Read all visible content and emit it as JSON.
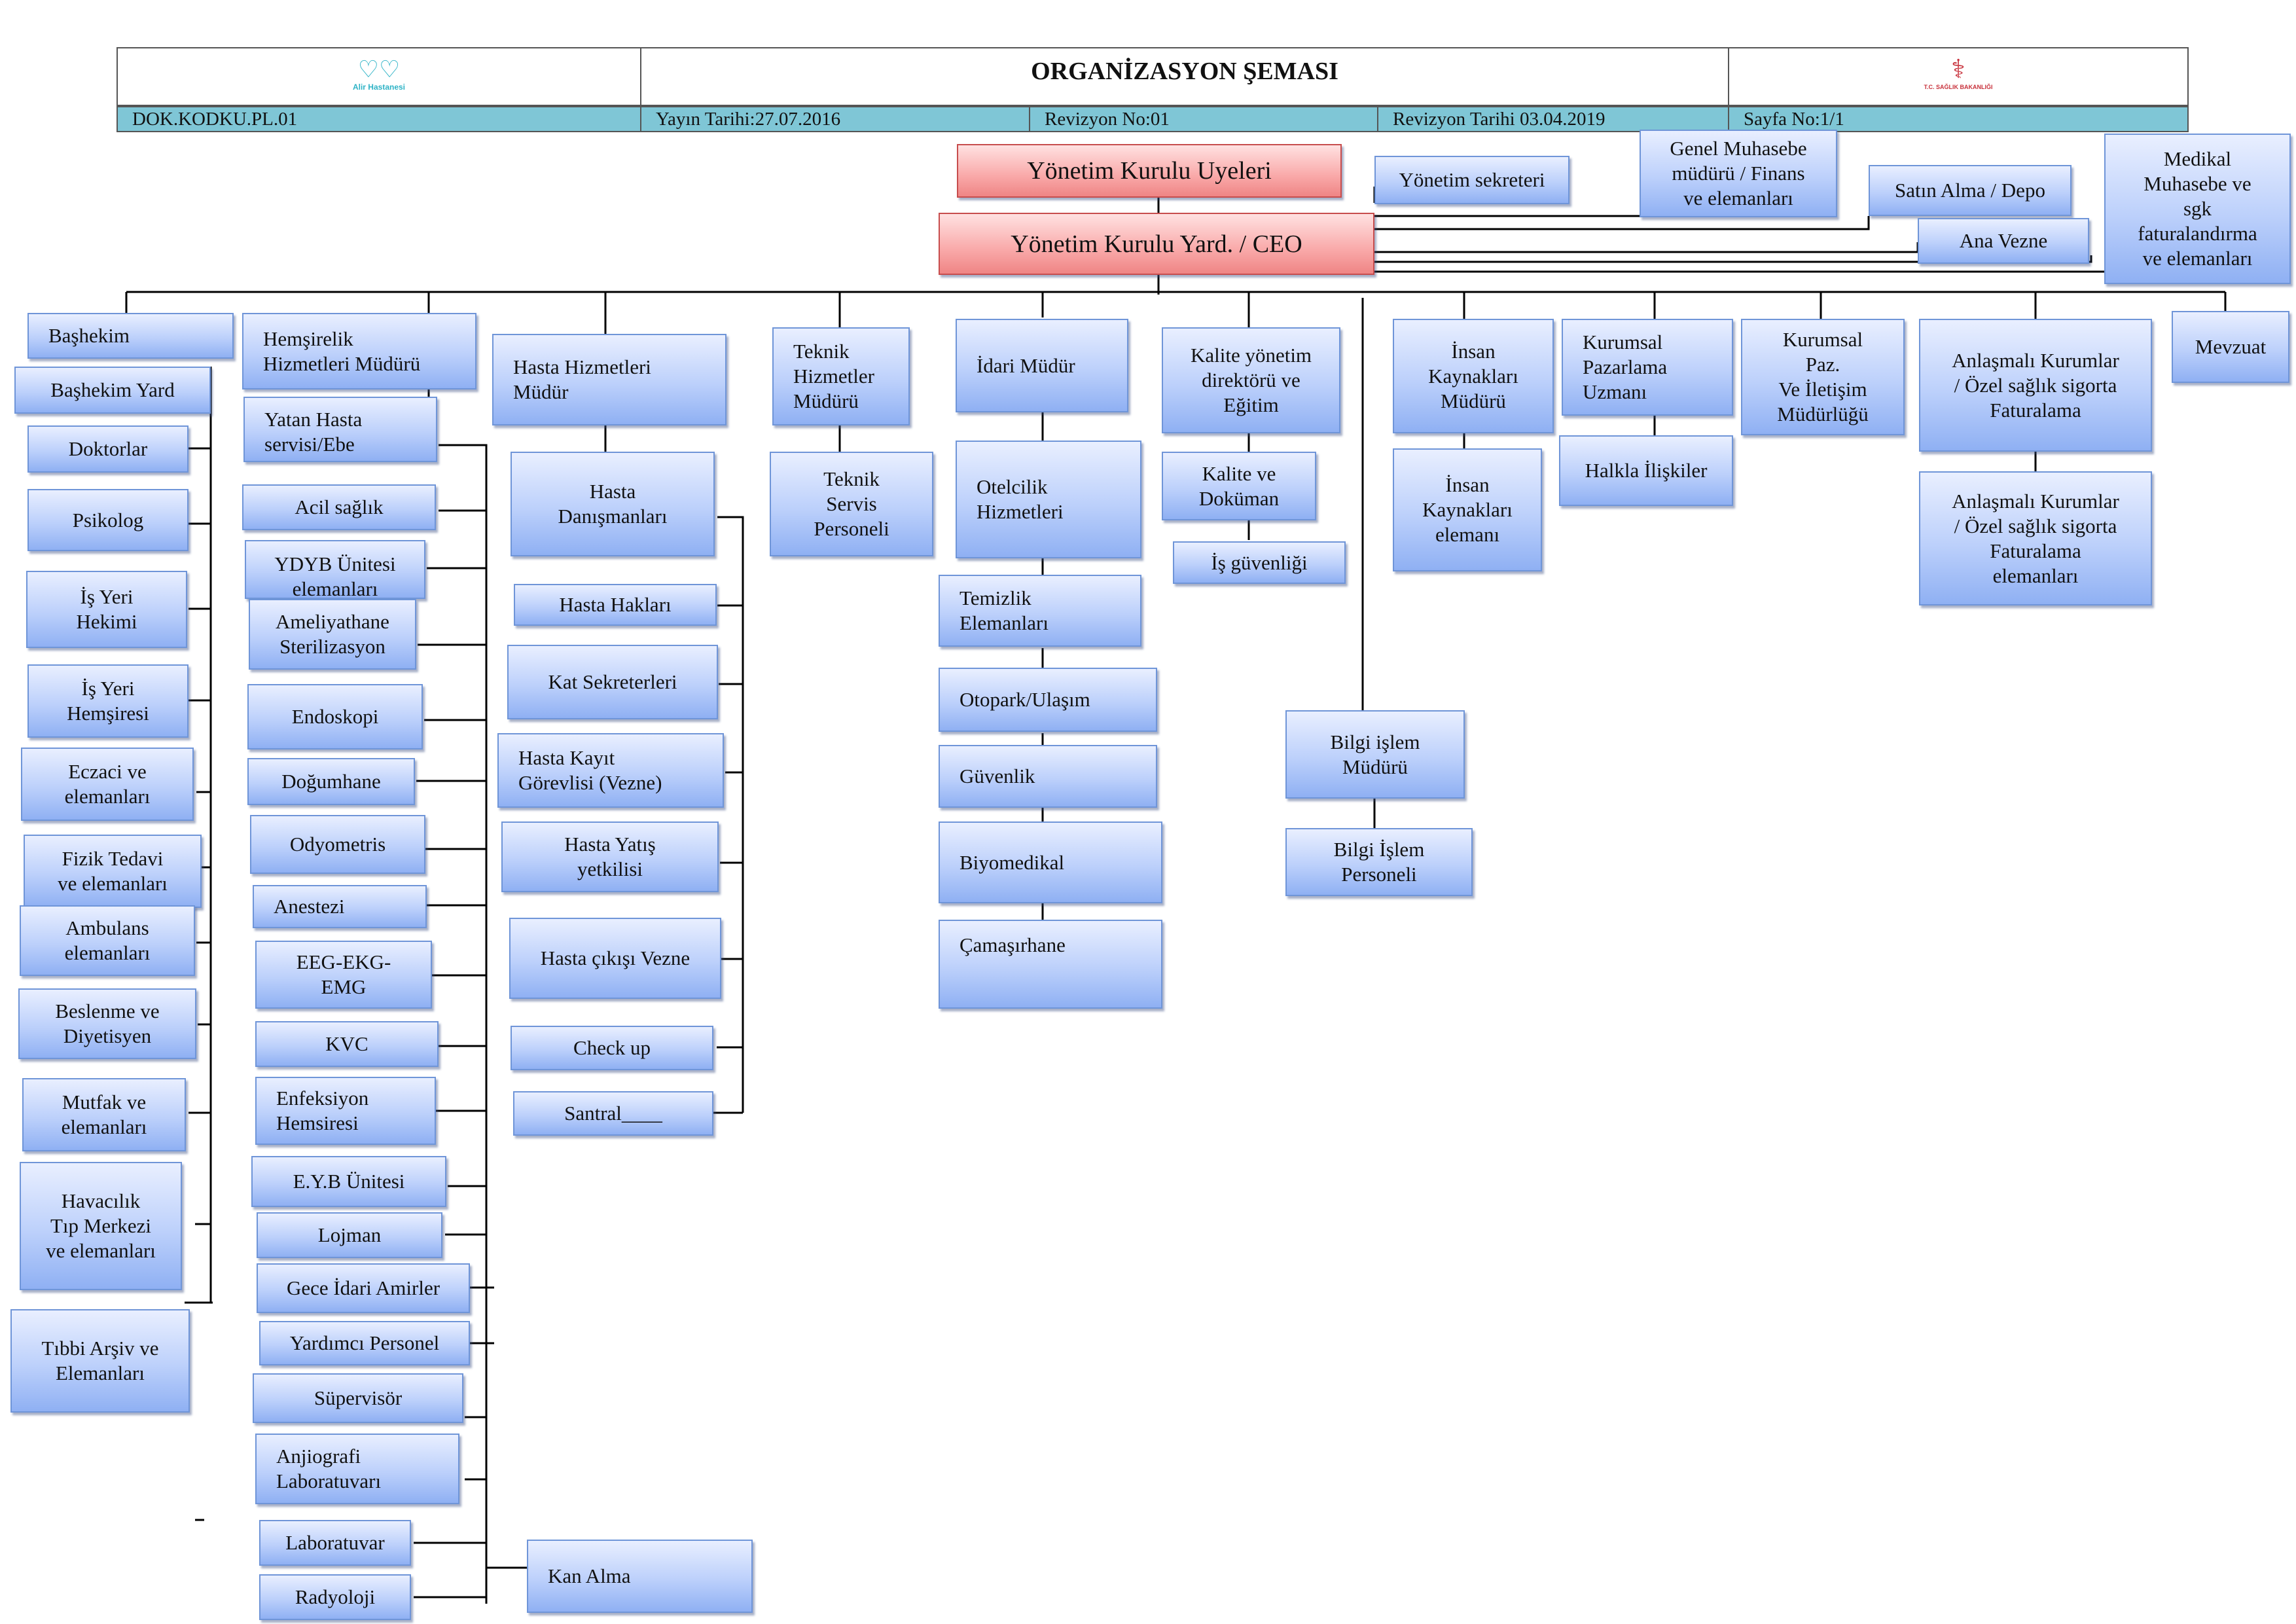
{
  "header": {
    "title": "ORGANİZASYON ŞEMASI",
    "doc_code": "DOK.KODKU.PL.01",
    "publish_date": "Yayın Tarihi:27.07.2016",
    "revision_no": "Revizyon No:01",
    "revision_date": "Revizyon Tarihi 03.04.2019",
    "page_no": "Sayfa No:1/1",
    "logo_left_text": "Alir Hastanesi",
    "logo_right_text": "T.C. SAĞLIK BAKANLIĞI"
  },
  "colors": {
    "box_fill": "#bcd0fb",
    "box_border": "#6f95d8",
    "top_fill": "#f9a9a9",
    "meta_bar": "#7fc6d6"
  },
  "nodes": {
    "board": "Yönetim Kurulu Uyeleri",
    "ceo": "Yönetim Kurulu Yard. /    CEO",
    "secretary": "Yönetim sekreteri",
    "gen_accounting": "Genel Muhasebe\nmüdürü / Finans\nve elemanları",
    "purchasing": "Satın Alma / Depo",
    "cashier": "Ana Vezne",
    "medical_accounting": "Medikal\nMuhasebe ve\nsgk\nfaturalandırma\nve elemanları",
    "legislation": "Mevzuat",
    "chief_physician": "Başhekim",
    "deputy_chief": "Başhekim Yard",
    "doctors": "Doktorlar",
    "psychologist": "Psikolog",
    "workplace_doctor": "İş Yeri\nHekimi",
    "workplace_nurse": "İş Yeri\nHemşiresi",
    "pharmacist": "Eczaci ve\nelemanları",
    "physiotherapy": "Fizik Tedavi\nve elemanları",
    "ambulance": "Ambulans\nelemanları",
    "nutrition": "Beslenme ve\nDiyetisyen",
    "kitchen": "Mutfak ve\nelemanları",
    "aviation": "Havacılık\nTıp Merkezi\nve elemanları",
    "archive": "Tıbbi Arşiv ve\nElemanları",
    "nursing_mgr": "Hemşirelik\nHizmetleri Müdürü",
    "inpatient": "Yatan Hasta\nservisi/Ebe",
    "emergency": "Acil sağlık",
    "ydyb": "YDYB Ünitesi\nelemanları",
    "surgery": "Ameliyathane\nSterilizasyon",
    "endoscopy": "Endoskopi",
    "maternity": "Doğumhane",
    "audiometry": "Odyometris",
    "anesthesia": "Anestezi",
    "eeg": "EEG-EKG-\nEMG",
    "kvc": "KVC",
    "infection": "Enfeksiyon\nHemsiresi",
    "eyb": "E.Y.B Ünitesi",
    "lodging": "Lojman",
    "night_admin": "Gece İdari Amirler",
    "aux_staff": "Yardımcı Personel",
    "supervisor": "Süpervisör",
    "angio_lab": "Anjiografi\nLaboratuvarı",
    "laboratory": "Laboratuvar",
    "radiology": "Radyoloji",
    "blood": "Kan Alma",
    "patient_services": "Hasta Hizmetleri\nMüdür",
    "patient_consultants": "Hasta\nDanışmanları",
    "patient_rights": "Hasta Hakları",
    "floor_secretaries": "Kat Sekreterleri",
    "registration": "Hasta Kayıt\nGörevlisi  (Vezne)",
    "admission": "Hasta Yatış\nyetkilisi",
    "discharge": "Hasta çıkışı Vezne",
    "checkup": "Check up",
    "switchboard": "Santral____",
    "technical_mgr": "Teknik\nHizmetler\nMüdürü",
    "technical_staff": "Teknik\nServis\nPersoneli",
    "admin_mgr": "İdari Müdür",
    "hotel": "Otelcilik\nHizmetleri",
    "cleaning": "Temizlik\nElemanları",
    "parking": "Otopark/Ulaşım",
    "security": "Güvenlik",
    "biomedical": "Biyomedikal",
    "laundry": "Çamaşırhane",
    "quality_dir": "Kalite yönetim\ndirektörü ve\nEğitim",
    "quality_doc": "Kalite  ve\nDoküman",
    "safety": "İş güvenliği",
    "it_mgr": "Bilgi işlem\nMüdürü",
    "it_staff": "Bilgi İşlem\nPersoneli",
    "hr_mgr": "İnsan\nKaynakları\nMüdürü",
    "hr_staff": "İnsan\nKaynakları\nelemanı",
    "marketing": "Kurumsal\nPazarlama\nUzmanı",
    "pr": "Halkla İlişkiler",
    "corp_comm": "Kurumsal\nPaz.\nVe İletişim\nMüdürlüğü",
    "contracts": "Anlaşmalı Kurumlar\n/ Özel sağlık sigorta\nFaturalama",
    "contracts_staff": "Anlaşmalı Kurumlar\n/ Özel sağlık sigorta\nFaturalama\nelemanları"
  }
}
